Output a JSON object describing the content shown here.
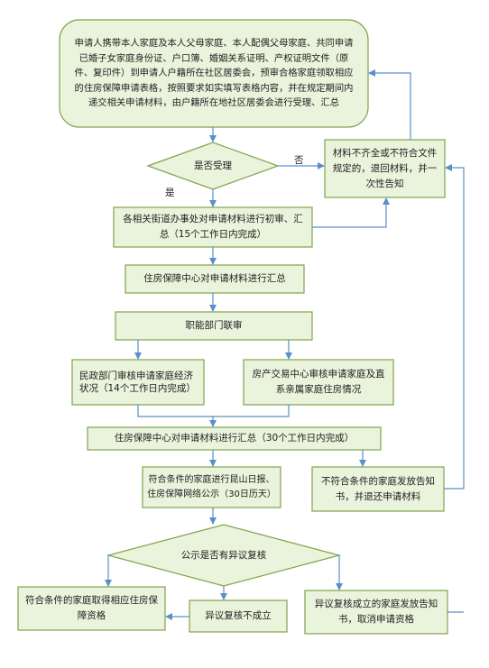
{
  "nodes": {
    "apply": "申请人携带本人家庭及本人父母家庭、本人配偶父母家庭、共同申请已婚子女家庭身份证、户口簿、婚姻关系证明、产权证明文件（原件、复印件）到申请人户籍所在社区居委会，预审合格家庭领取相应的住房保障申请表格，按照要求如实填写表格内容，并在规定期间内递交相关申请材料，由户籍所在地社区居委会进行受理、汇总",
    "accept_decision": "是否受理",
    "reject_incomplete": "材料不齐全或不符合文件规定的，退回材料，并一次性告知",
    "street_review": "各相关街道办事处对申请材料进行初审、汇总（15个工作日内完成）",
    "center_summary": "住房保障中心对申请材料进行汇总",
    "joint_review": "职能部门联审",
    "civil_review": "民政部门审核申请家庭经济状况（14个工作日内完成）",
    "property_review": "房产交易中心审核申请家庭及直系亲属家庭住房情况",
    "center_summary_30": "住房保障中心对申请材料进行汇总（30个工作日内完成）",
    "publicity": "符合条件的家庭进行昆山日报、住房保障网络公示（30日历天）",
    "not_qualified": "不符合条件的家庭发放告知书，并退还申请材料",
    "objection_decision": "公示是否有异议复核",
    "obtain_qualification": "符合条件的家庭取得相应住房保障资格",
    "objection_invalid": "异议复核不成立",
    "objection_valid": "异议复核成立的家庭发放告知书，取消申请资格"
  },
  "edge_labels": {
    "no": "否",
    "yes": "是"
  }
}
